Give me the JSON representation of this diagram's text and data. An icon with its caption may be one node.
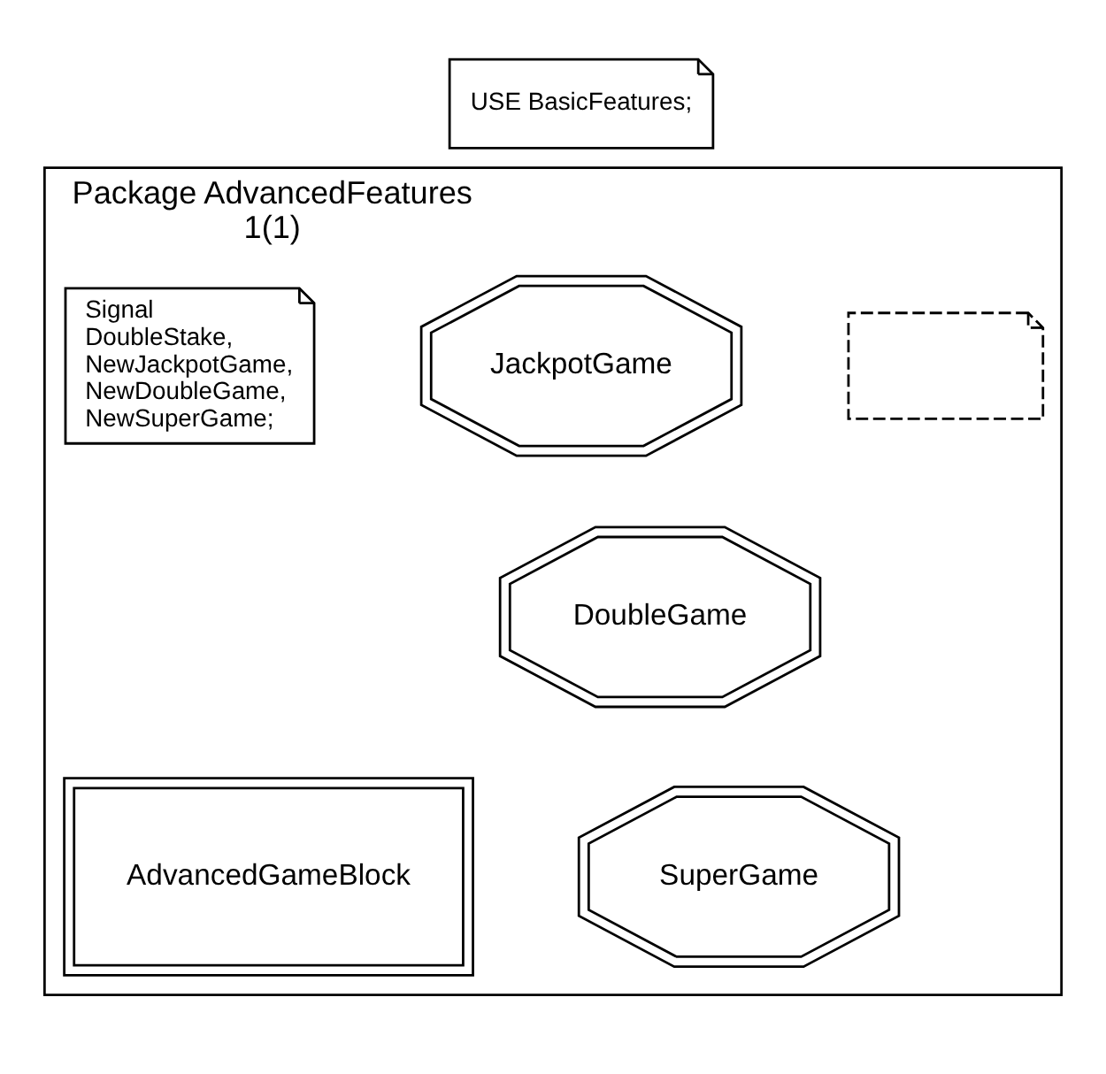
{
  "diagram": {
    "nodes": [
      {
        "text": [
          "USE BasicFeatures;"
        ]
      },
      {
        "text": [
          "Package AdvancedFeatures",
          "1(1)"
        ]
      },
      {
        "text": [],
        "shape": "note",
        "in": 1
      },
      {
        "text": [
          "JackpotGame"
        ],
        "in": 1
      },
      {
        "text": [
          "DoubleGame"
        ],
        "in": 1
      },
      {
        "text": [
          "SuperGame"
        ],
        "in": 1
      },
      {
        "text": [
          "Signal DoubleStake, NewJackpotGame, NewDoubleGame, NewSuperGame;"
        ],
        "in": 1
      },
      {
        "text": [
          "AdvancedGameBlock"
        ],
        "in": 1
      }
    ]
  }
}
